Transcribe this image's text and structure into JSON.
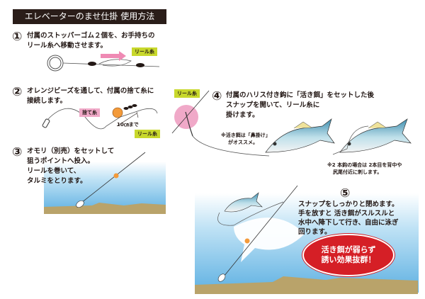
{
  "title": "エレベーターのませ仕掛 使用方法",
  "steps": [
    {
      "num": "①",
      "lines": [
        "付属のストッパーゴム２個を、お手持ちの",
        "リール糸へ移動させます。"
      ]
    },
    {
      "num": "②",
      "lines": [
        "オレンジビーズを通して、付属の捨て糸に",
        "接続します。"
      ]
    },
    {
      "num": "③",
      "lines": [
        "オモリ（別売）をセットして",
        "狙うポイントへ投入。",
        "リールを巻いて、",
        "タルミをとります。"
      ]
    },
    {
      "num": "④",
      "lines": [
        "付属のハリス付き鈎に「活き餌」をセットした後",
        "スナップを開いて、リール糸に",
        "掛けます。"
      ]
    },
    {
      "num": "⑤",
      "lines": [
        "スナップをしっかりと閉めます。",
        "手を放すと 活き餌がスルスルと",
        "水中へ降下して行き、自由に泳ぎ",
        "回ります。"
      ]
    }
  ],
  "labels": {
    "reel_line": "リール糸",
    "discard_line": "捨て糸",
    "distance": "10㎝まで"
  },
  "notes": {
    "nose_hook": [
      "※活き餌は「鼻掛け」",
      "がオススメ。"
    ],
    "two_hooks": [
      "※2 本鈎の場合は 2本目を背中や",
      "尻尾付近に刺します。"
    ]
  },
  "badge": [
    "活き餌が弱らず",
    "誘い効果抜群！"
  ],
  "colors": {
    "title_bg": "#2a1d19",
    "tag_green": "#c8d82c",
    "tag_pink": "#f0a9c8",
    "badge_red": "#d51f26",
    "bead_orange": "#f39a3a",
    "water": "#7fc3ea",
    "ground": "#b9a36a"
  }
}
